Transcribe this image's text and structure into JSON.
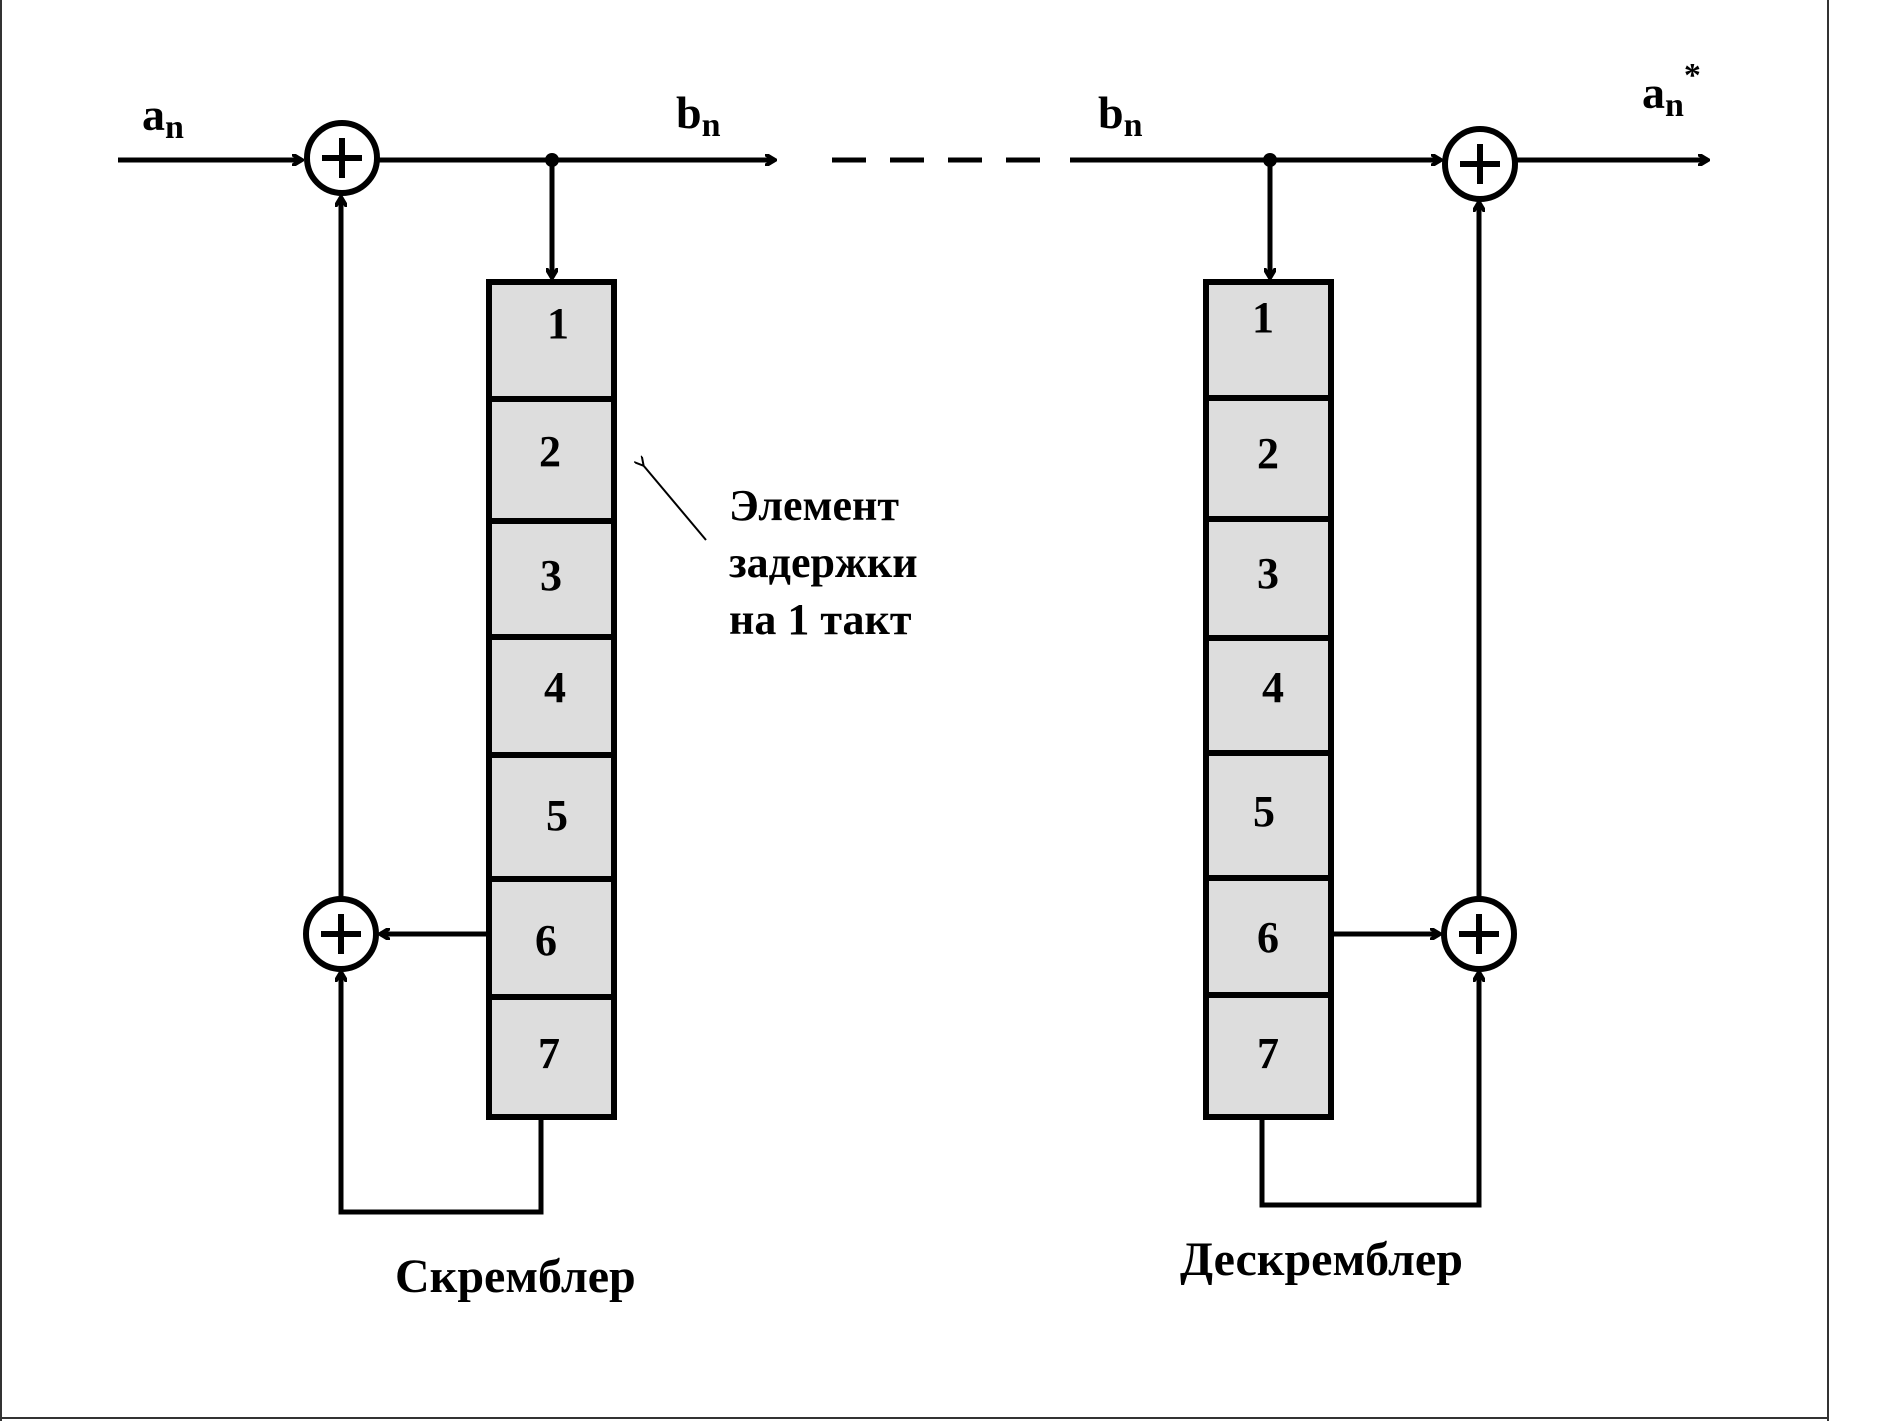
{
  "scrambler": {
    "input_label": "a",
    "input_sub": "n",
    "output_label": "b",
    "output_sub": "n",
    "cells": [
      "1",
      "2",
      "3",
      "4",
      "5",
      "6",
      "7"
    ],
    "caption": "Скремблер"
  },
  "descrambler": {
    "input_label": "b",
    "input_sub": "n",
    "output_label": "a",
    "output_sub": "n",
    "output_sup": "*",
    "cells": [
      "1",
      "2",
      "3",
      "4",
      "5",
      "6",
      "7"
    ],
    "caption": "Дескремблер"
  },
  "annotation": {
    "lines": [
      "Элемент",
      "задержки",
      "на 1 такт"
    ]
  }
}
